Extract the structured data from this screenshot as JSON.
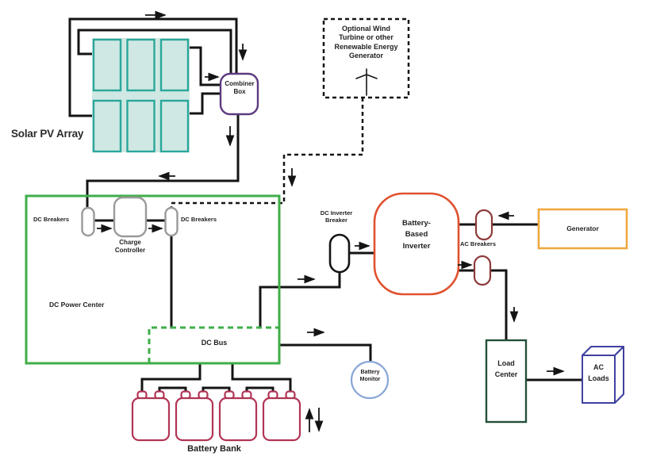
{
  "colors": {
    "wire": "#141414",
    "teal": "#2aa79b",
    "panel_fill": "#cfe8e3",
    "purple": "#5d3a80",
    "green": "#3fae49",
    "gray": "#9a9a9a",
    "orange_red": "#e0512f",
    "maroon": "#8e3a3a",
    "amber": "#efa93f",
    "crimson": "#b13455",
    "light_blue": "#8aa7d6",
    "dark_green": "#23503a",
    "indigo": "#4040a0"
  },
  "labels": {
    "solar_pv_array": "Solar PV Array",
    "combiner_box": "Combiner Box",
    "wind_generator": "Optional Wind Turbine or other Renewable Energy Generator",
    "dc_breakers_left": "DC Breakers",
    "charge_controller": "Charge Controller",
    "dc_breakers_right": "DC Breakers",
    "dc_power_center": "DC Power Center",
    "dc_bus": "DC Bus",
    "battery_bank": "Battery Bank",
    "battery_monitor": "Battery Monitor",
    "dc_inverter_breaker": "DC Inverter Breaker",
    "battery_based_inverter": "Battery-Based Inverter",
    "ac_breakers": "AC Breakers",
    "generator": "Generator",
    "load_center": "Load Center",
    "ac_loads": "AC Loads"
  }
}
